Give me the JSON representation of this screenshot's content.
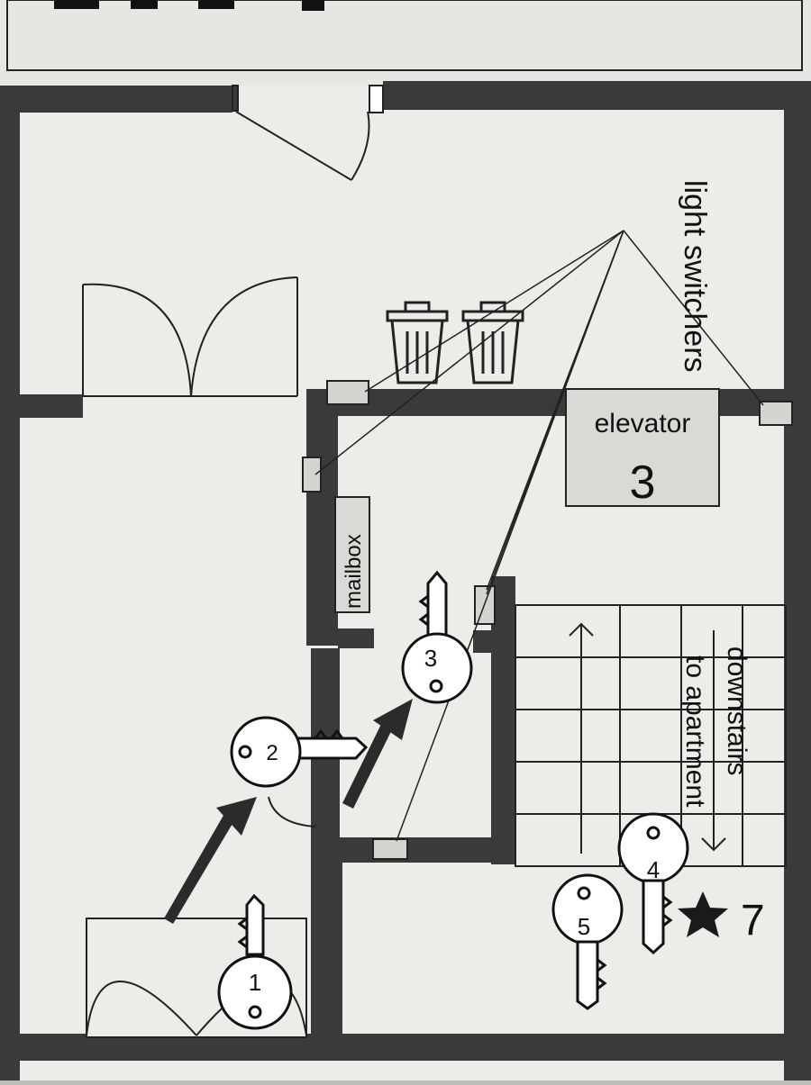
{
  "labels": {
    "light_switchers": "light switchers",
    "elevator": "elevator",
    "elevator_number": "3",
    "mailbox": "mailbox",
    "downstairs": "downstairs",
    "to_apartment": "to apartment",
    "star_number": "7"
  },
  "keys": [
    {
      "number": "1"
    },
    {
      "number": "2"
    },
    {
      "number": "3"
    },
    {
      "number": "4"
    },
    {
      "number": "5"
    }
  ],
  "colors": {
    "paper": "#eeeeeb",
    "ink": "#2b2b2b",
    "wall": "#3a3a3a",
    "switch_fill": "#d4d4d0"
  }
}
